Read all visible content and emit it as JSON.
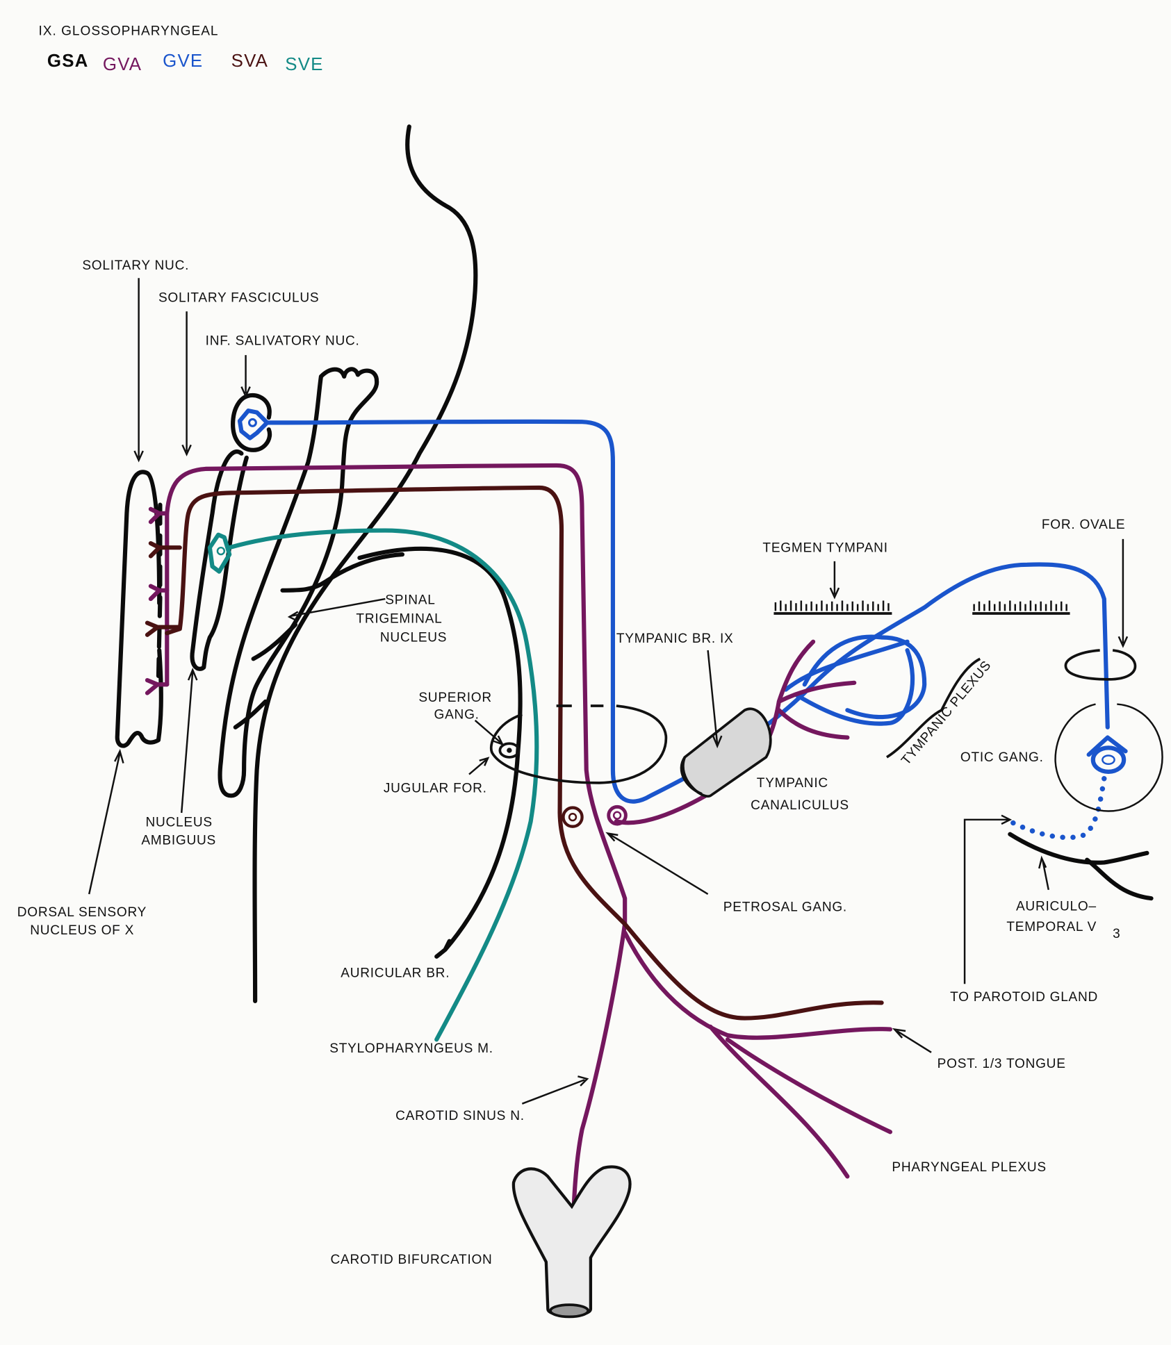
{
  "title": "IX. GLOSSOPHARYNGEAL",
  "legend": [
    {
      "code": "GSA",
      "color": "#0b0b0b"
    },
    {
      "code": "GVA",
      "color": "#74175e"
    },
    {
      "code": "GVE",
      "color": "#1a55cc"
    },
    {
      "code": "SVA",
      "color": "#4a1212"
    },
    {
      "code": "SVE",
      "color": "#138a86"
    }
  ],
  "labels": {
    "solitary_nuc": "SOLITARY NUC.",
    "solitary_fasciculus": "SOLITARY FASCICULUS",
    "inf_salivatory_nuc": "INF. SALIVATORY NUC.",
    "spinal_trigeminal": [
      "SPINAL",
      "TRIGEMINAL",
      "NUCLEUS"
    ],
    "superior_gang": [
      "SUPERIOR",
      "GANG."
    ],
    "jugular_for": "JUGULAR FOR.",
    "nucleus_ambiguus": [
      "NUCLEUS",
      "AMBIGUUS"
    ],
    "dorsal_sensory": [
      "DORSAL SENSORY",
      "NUCLEUS OF X"
    ],
    "auricular_br": "AURICULAR BR.",
    "stylopharyngeus": "STYLOPHARYNGEUS M.",
    "carotid_sinus": "CAROTID SINUS N.",
    "carotid_bifurcation": "CAROTID BIFURCATION",
    "tympanic_br": "TYMPANIC BR. IX",
    "tegmen_tympani": "TEGMEN TYMPANI",
    "tympanic_canaliculus": [
      "TYMPANIC",
      "CANALICULUS"
    ],
    "tympanic_plexus": "TYMPANIC PLEXUS",
    "for_ovale": "FOR. OVALE",
    "otic_gang": "OTIC GANG.",
    "auriculotemporal": [
      "AURICULO–",
      "TEMPORAL V",
      "3"
    ],
    "to_parotoid": "TO PAROTOID GLAND",
    "petrosal_gang": "PETROSAL GANG.",
    "post_tongue": "POST. 1/3 TONGUE",
    "pharyngeal_plexus": "PHARYNGEAL PLEXUS"
  }
}
